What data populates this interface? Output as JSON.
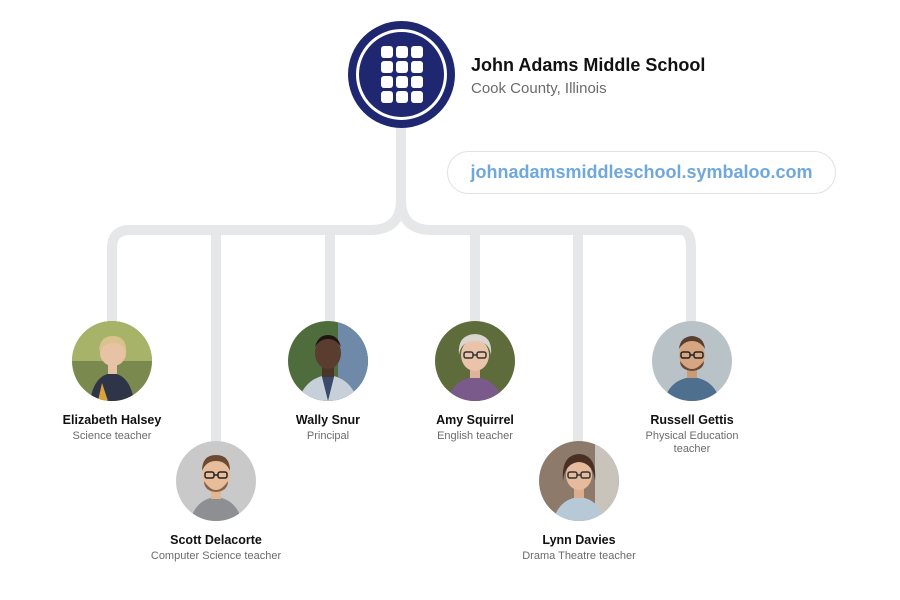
{
  "school": {
    "name": "John Adams Middle School",
    "location": "Cook County, Illinois",
    "url": "johnadamsmiddleschool.symbaloo.com"
  },
  "colors": {
    "logo": "#1f2770",
    "url_text": "#6ea8dc",
    "connector": "#e6e7e8"
  },
  "staff": [
    {
      "name": "Elizabeth Halsey",
      "role": "Science teacher"
    },
    {
      "name": "Scott Delacorte",
      "role": "Computer Science teacher"
    },
    {
      "name": "Wally Snur",
      "role": "Principal"
    },
    {
      "name": "Amy Squirrel",
      "role": "English teacher"
    },
    {
      "name": "Lynn Davies",
      "role": "Drama Theatre teacher"
    },
    {
      "name": "Russell Gettis",
      "role": "Physical Education teacher"
    }
  ]
}
